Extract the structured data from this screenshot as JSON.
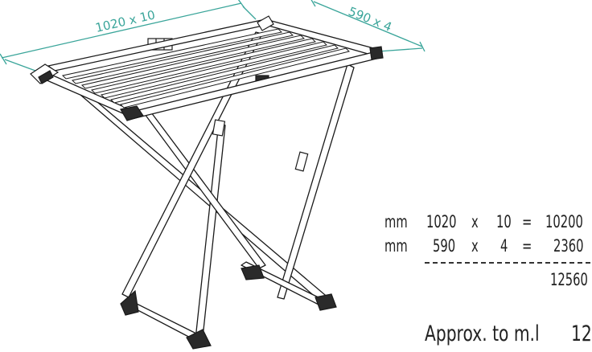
{
  "dimensions": {
    "length_label": "1020 x 10",
    "width_label": "590 x 4"
  },
  "calculation": {
    "rows": [
      {
        "unit": "mm",
        "a": "1020",
        "op": "x",
        "b": "10",
        "eq": "=",
        "result": "10200"
      },
      {
        "unit": "mm",
        "a": "590",
        "op": "x",
        "b": "4",
        "eq": "=",
        "result": "2360"
      }
    ],
    "total": "12560"
  },
  "approx": {
    "label": "Approx. to m.l",
    "value": "12"
  },
  "colors": {
    "dimension": "#3aa59a",
    "line": "#1a1a1a"
  }
}
